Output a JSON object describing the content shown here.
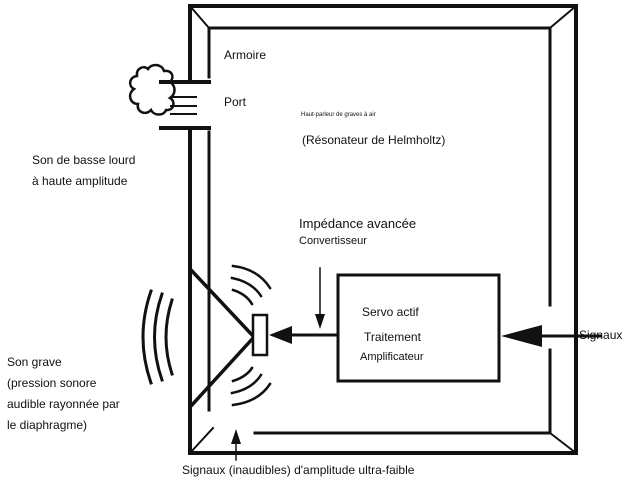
{
  "labels": {
    "cabinet": "Armoire",
    "port": "Port",
    "subwoofer": "Haut-parleur de graves à air",
    "resonator": "(Résonateur de Helmholtz)",
    "bass_sound": [
      "Son de basse lourd",
      "à haute amplitude"
    ],
    "impedance": "Impédance avancée",
    "converter": "Convertisseur",
    "servo": "Servo actif",
    "processing": "Traitement",
    "amplifier": "Amplificateur",
    "signals": "Signaux",
    "low_sound": [
      "Son grave",
      "(pression sonore",
      "audible rayonnée par",
      "le diaphragme)"
    ],
    "inaudible": "Signaux (inaudibles) d'amplitude ultra-faible"
  }
}
